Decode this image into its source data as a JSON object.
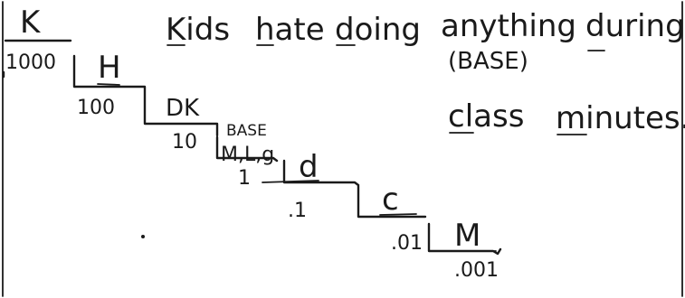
{
  "mnemonic": {
    "w1": "Kids",
    "w2": "hate",
    "w3": "doing",
    "w4": "anything",
    "w5": "during",
    "base_note": "(BASE)",
    "w6": "class",
    "w7": "minutes."
  },
  "steps": [
    {
      "prefix": "K",
      "value": "1000"
    },
    {
      "prefix": "H",
      "value": "100"
    },
    {
      "prefix": "DK",
      "value": "10"
    },
    {
      "prefix": "M,L,g",
      "value": "1",
      "note": "BASE"
    },
    {
      "prefix": "d",
      "value": ".1"
    },
    {
      "prefix": "c",
      "value": ".01"
    },
    {
      "prefix": "M",
      "value": ".001"
    }
  ]
}
